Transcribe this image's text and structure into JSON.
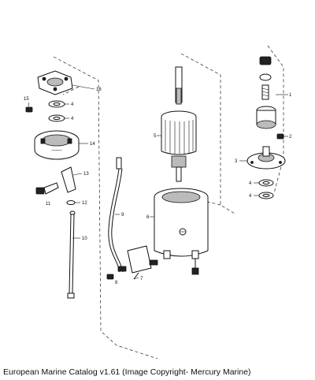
{
  "caption": "European Marine Catalog v1.61 (Image Copyright- Mercury Marine)",
  "callouts": {
    "c1": "1",
    "c2": "2",
    "c3": "3",
    "c4a": "4",
    "c4b": "4",
    "c4c": "4",
    "c4d": "4",
    "c5": "5",
    "c6": "6",
    "c7": "7",
    "c8": "8",
    "c9": "9",
    "c10": "10",
    "c11": "11",
    "c12": "12",
    "c13": "13",
    "c14": "14",
    "c15": "15",
    "c16": "16"
  }
}
